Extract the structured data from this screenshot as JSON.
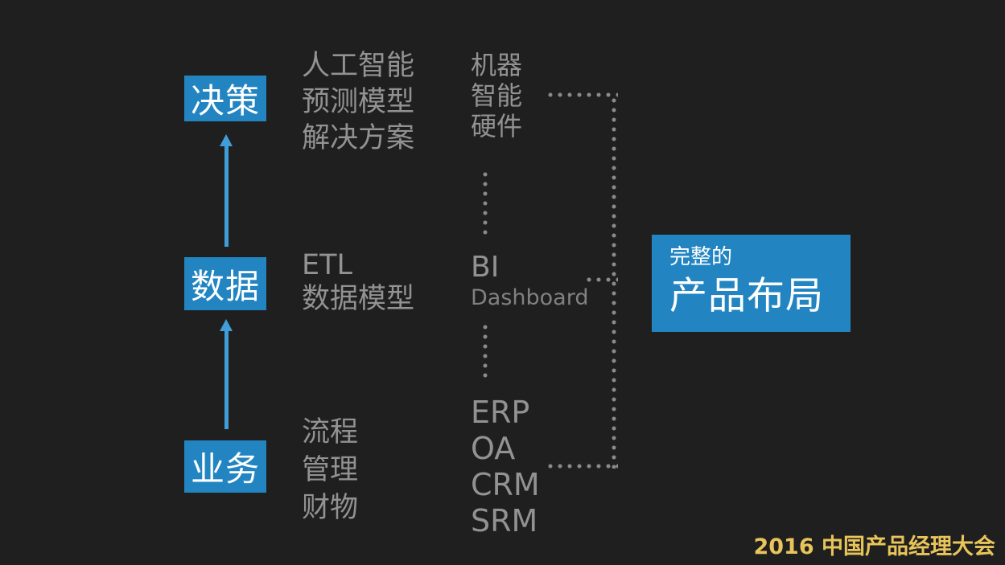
{
  "slide": {
    "stages": [
      {
        "id": "decision",
        "label": "决策"
      },
      {
        "id": "data",
        "label": "数据"
      },
      {
        "id": "business",
        "label": "业务"
      }
    ],
    "decision_methods": [
      "人工智能",
      "预测模型",
      "解决方案"
    ],
    "decision_products": [
      "机器",
      "智能",
      "硬件"
    ],
    "data_methods": [
      "ETL",
      "数据模型"
    ],
    "data_products": {
      "bi": "BI",
      "dashboard": "Dashboard"
    },
    "business_methods": [
      "流程",
      "管理",
      "财物"
    ],
    "business_products": [
      "ERP",
      "OA",
      "CRM",
      "SRM"
    ],
    "callout": {
      "subtitle": "完整的",
      "title": "产品布局"
    },
    "footer": "2016 中国产品经理大会",
    "colors": {
      "background": "#1f1f1f",
      "stage_box_blue": "#2285c2",
      "arrow_blue": "#3f9ed8",
      "text_gray": "#929292",
      "dotted_line_gray": "#8a8a8a",
      "footer_yellow": "#e8c45a",
      "box_text_white": "#ffffff"
    }
  }
}
